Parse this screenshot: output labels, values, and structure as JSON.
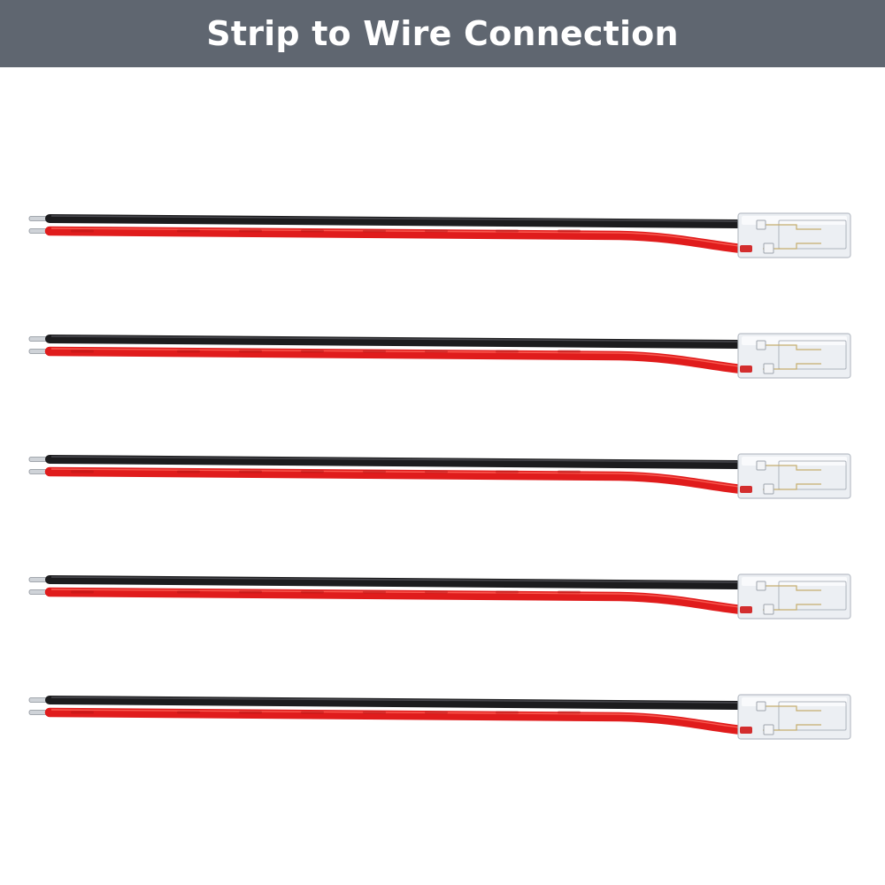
{
  "header": {
    "title": "Strip to Wire Connection"
  },
  "colors": {
    "header_bg": "#5f6670",
    "header_text": "#ffffff",
    "wire_black": "#1c1c1e",
    "wire_red": "#e01c1c",
    "connector": "#eceff3"
  },
  "icons": {
    "cable": "cable-assembly-icon"
  },
  "cables": [
    {
      "id": 1
    },
    {
      "id": 2
    },
    {
      "id": 3
    },
    {
      "id": 4
    },
    {
      "id": 5
    }
  ]
}
